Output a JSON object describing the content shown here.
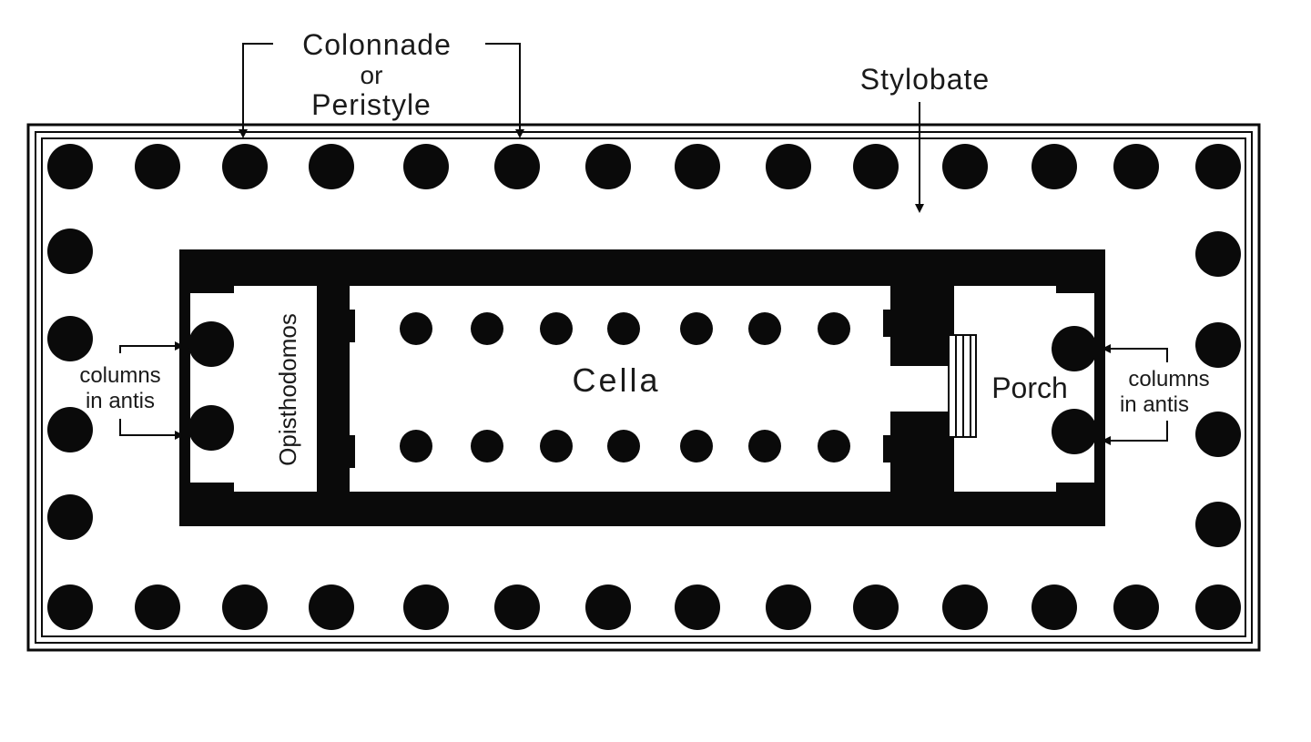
{
  "labels": {
    "colonnade_line1": "Colonnade",
    "colonnade_line2": "or",
    "colonnade_line3": "Peristyle",
    "stylobate": "Stylobate",
    "opisthodomos": "Opisthodomos",
    "cella": "Cella",
    "porch": "Porch",
    "columns_left_line1": "columns",
    "columns_left_line2": "in antis",
    "columns_right_line1": "columns",
    "columns_right_line2": "in antis"
  },
  "colors": {
    "ink": "#0a0a0a",
    "paper": "#ffffff"
  }
}
